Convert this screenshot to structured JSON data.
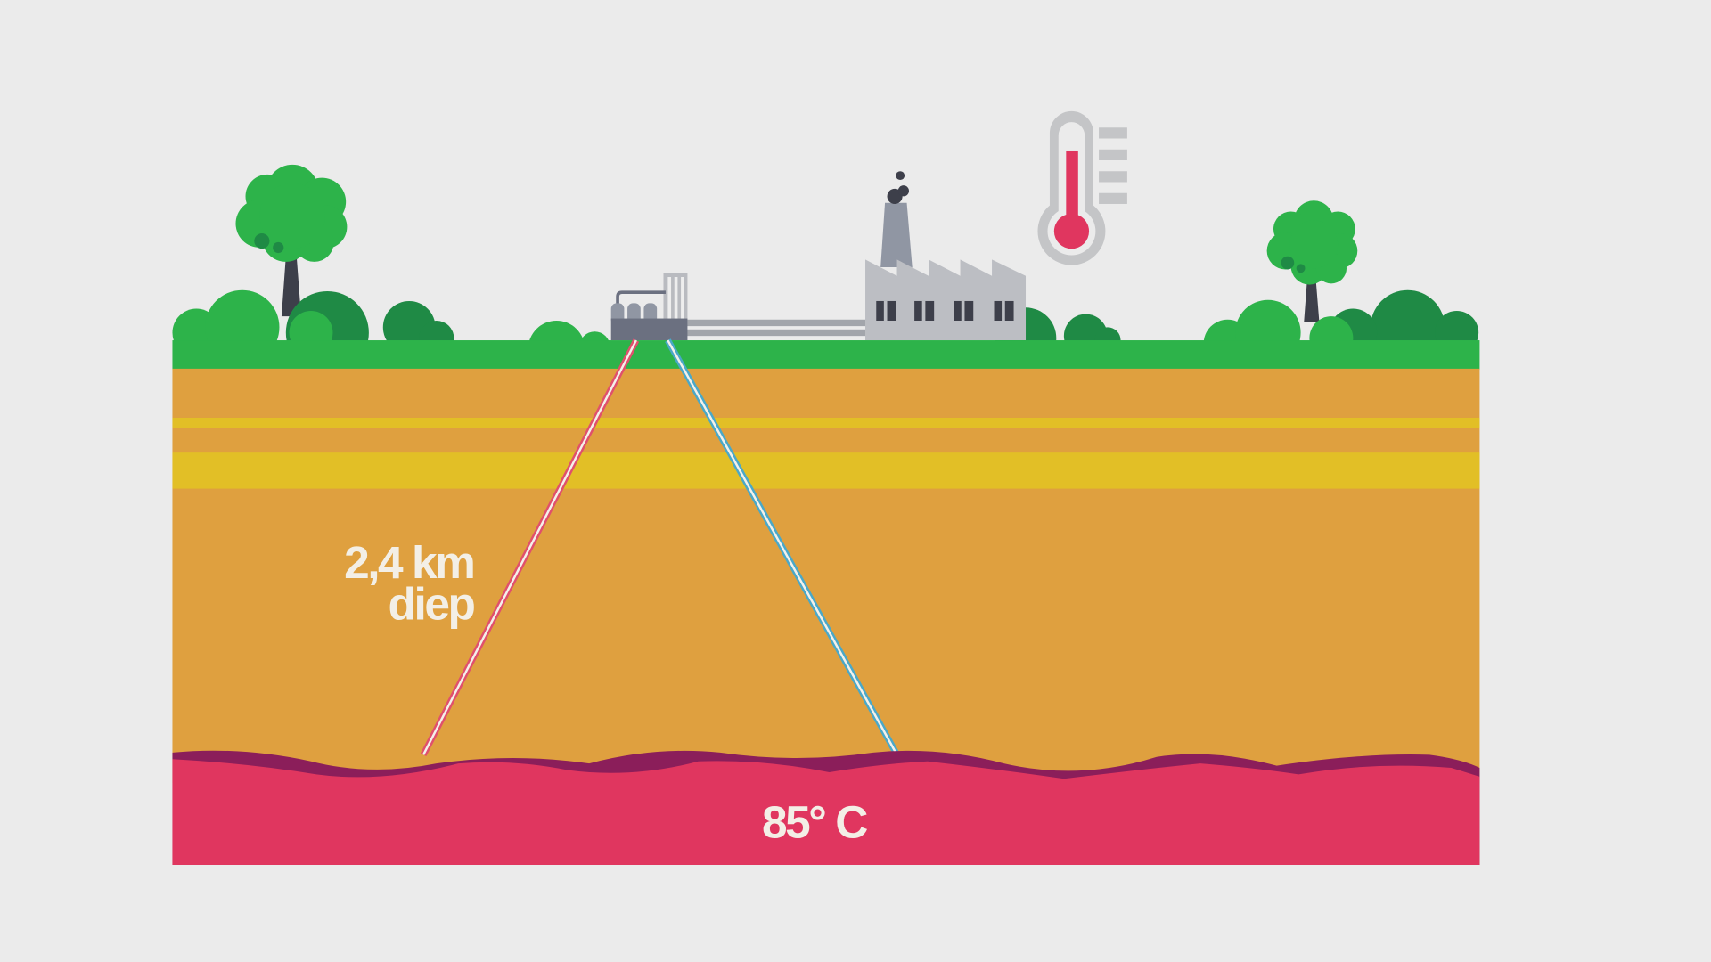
{
  "labels": {
    "depth_value": "2,4 km",
    "depth_word": "diep",
    "temperature": "85° C"
  },
  "icons": [
    "tree-icon",
    "pump-station-icon",
    "factory-icon",
    "thermometer-icon"
  ],
  "colors": {
    "background": "#ebebeb",
    "grass": "#2db34a",
    "bush_dark": "#1f8a45",
    "soil": "#dfa03f",
    "sand_layer": "#e2bf26",
    "magma": "#e0365f",
    "magma_dark": "#8b1e5a",
    "hot_pipe": "#e0506c",
    "cold_pipe": "#4aa8c8",
    "thermo_red": "#e0365f",
    "grey": "#c4c5c7"
  }
}
